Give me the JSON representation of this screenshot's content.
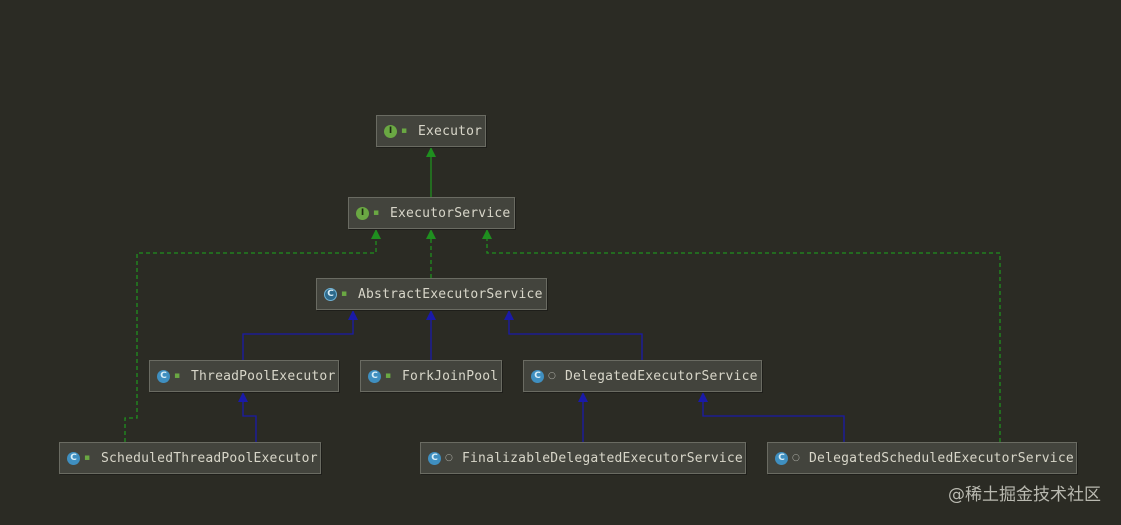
{
  "nodes": [
    {
      "id": "executor",
      "label": "Executor",
      "kind": "interface",
      "icon": "interface-icon",
      "visibility": "public"
    },
    {
      "id": "executor_service",
      "label": "ExecutorService",
      "kind": "interface",
      "icon": "interface-icon",
      "visibility": "public"
    },
    {
      "id": "abstract_executor_service",
      "label": "AbstractExecutorService",
      "kind": "abstract",
      "icon": "abstract-class-icon",
      "visibility": "public"
    },
    {
      "id": "thread_pool_executor",
      "label": "ThreadPoolExecutor",
      "kind": "class",
      "icon": "class-icon",
      "visibility": "public"
    },
    {
      "id": "fork_join_pool",
      "label": "ForkJoinPool",
      "kind": "class",
      "icon": "class-icon",
      "visibility": "public"
    },
    {
      "id": "delegated_executor_service",
      "label": "DelegatedExecutorService",
      "kind": "static",
      "icon": "static-class-icon",
      "visibility": "package"
    },
    {
      "id": "scheduled_thread_pool_executor",
      "label": "ScheduledThreadPoolExecutor",
      "kind": "class",
      "icon": "class-icon",
      "visibility": "public"
    },
    {
      "id": "finalizable_delegated_executor_service",
      "label": "FinalizableDelegatedExecutorService",
      "kind": "static",
      "icon": "static-class-icon",
      "visibility": "package"
    },
    {
      "id": "delegated_scheduled_executor_service",
      "label": "DelegatedScheduledExecutorService",
      "kind": "static",
      "icon": "static-class-icon",
      "visibility": "package"
    }
  ],
  "edges": [
    {
      "from": "executor_service",
      "to": "executor",
      "type": "extends"
    },
    {
      "from": "abstract_executor_service",
      "to": "executor_service",
      "type": "implements"
    },
    {
      "from": "scheduled_thread_pool_executor",
      "to": "executor_service",
      "type": "implements"
    },
    {
      "from": "delegated_scheduled_executor_service",
      "to": "executor_service",
      "type": "implements"
    },
    {
      "from": "thread_pool_executor",
      "to": "abstract_executor_service",
      "type": "extends"
    },
    {
      "from": "fork_join_pool",
      "to": "abstract_executor_service",
      "type": "extends"
    },
    {
      "from": "delegated_executor_service",
      "to": "abstract_executor_service",
      "type": "extends"
    },
    {
      "from": "scheduled_thread_pool_executor",
      "to": "thread_pool_executor",
      "type": "extends"
    },
    {
      "from": "finalizable_delegated_executor_service",
      "to": "delegated_executor_service",
      "type": "extends"
    },
    {
      "from": "delegated_scheduled_executor_service",
      "to": "delegated_executor_service",
      "type": "extends"
    }
  ],
  "colors": {
    "background": "#2b2b24",
    "implements_edge": "#1f8f1f",
    "extends_edge": "#1a1aa8",
    "interface_edge": "#1f8f1f"
  },
  "badge_glyphs": {
    "interface": "I",
    "class": "C",
    "abstract": "C",
    "static": "C"
  },
  "visibility_glyphs": {
    "public": "▪",
    "package": "○"
  },
  "watermark": "@稀土掘金技术社区"
}
